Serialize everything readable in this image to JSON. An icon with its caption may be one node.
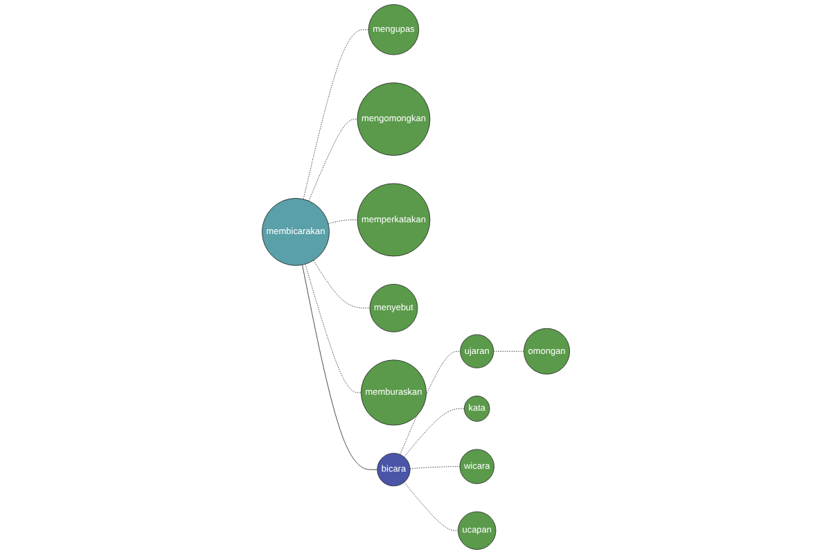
{
  "diagram": {
    "nodes": [
      {
        "text": [
          "mengupas"
        ]
      },
      {
        "text": [
          "mengomongkan"
        ]
      },
      {
        "text": [
          "membicarakan"
        ]
      },
      {
        "text": [
          "memperkatakan"
        ]
      },
      {
        "text": [
          "menyebut"
        ]
      },
      {
        "text": [
          "memburaskan"
        ]
      },
      {
        "text": [
          "bicara"
        ]
      },
      {
        "text": [
          "ujaran"
        ]
      },
      {
        "text": [
          "omongan"
        ]
      },
      {
        "text": [
          "kata"
        ]
      },
      {
        "text": [
          "wicara"
        ]
      },
      {
        "text": [
          "ucapan"
        ]
      }
    ],
    "edges": [
      {
        "from": 2,
        "to": 0,
        "arrow": "none",
        "style": "dashed"
      },
      {
        "from": 2,
        "to": 1,
        "arrow": "none",
        "style": "dashed"
      },
      {
        "from": 2,
        "to": 3,
        "arrow": "none",
        "style": "dashed"
      },
      {
        "from": 2,
        "to": 4,
        "arrow": "none",
        "style": "dashed"
      },
      {
        "from": 2,
        "to": 5,
        "arrow": "none",
        "style": "dashed"
      },
      {
        "from": 2,
        "to": 6,
        "arrow": "none"
      },
      {
        "from": 6,
        "to": 7,
        "arrow": "none",
        "style": "dashed"
      },
      {
        "from": 7,
        "to": 8,
        "arrow": "none",
        "style": "dashed"
      },
      {
        "from": 6,
        "to": 9,
        "arrow": "none",
        "style": "dashed"
      },
      {
        "from": 6,
        "to": 10,
        "arrow": "none",
        "style": "dashed"
      },
      {
        "from": 6,
        "to": 11,
        "arrow": "none",
        "style": "dashed"
      }
    ]
  }
}
